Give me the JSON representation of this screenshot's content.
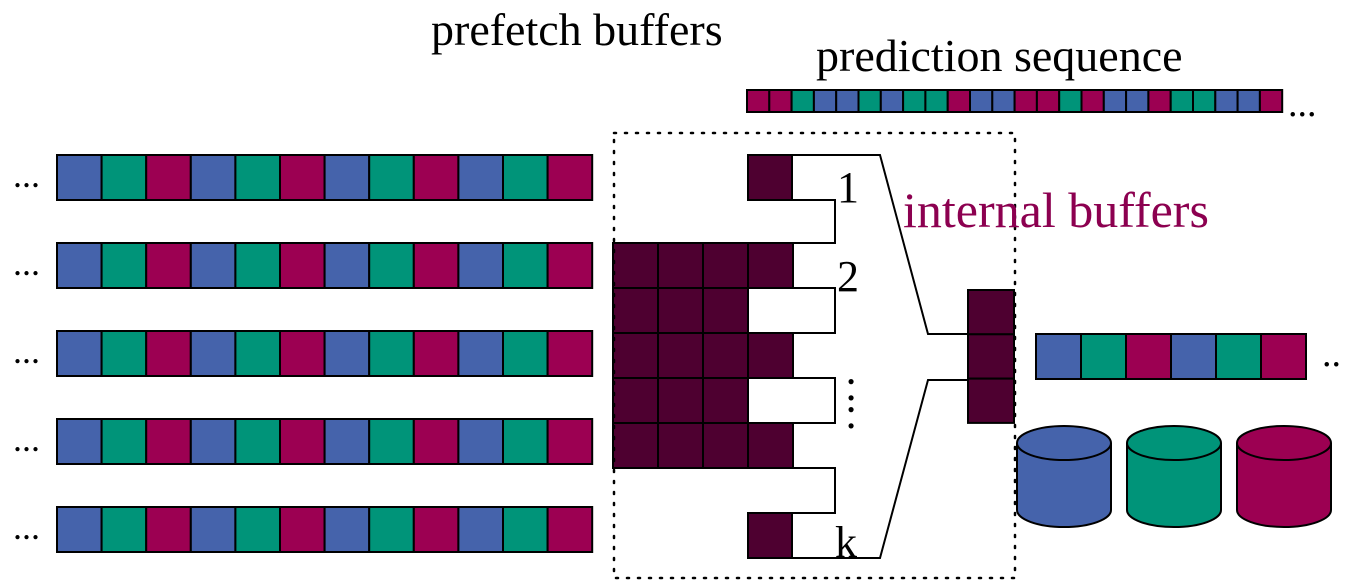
{
  "labels": {
    "prefetch_buffers": "prefetch buffers",
    "prediction_sequence": "prediction sequence",
    "internal_buffers": "internal buffers",
    "input_ellipsis": "...",
    "prediction_ellipsis": "...",
    "output_ellipsis": "..",
    "buffer_1": "1",
    "buffer_2": "2",
    "buffer_dots": ":",
    "buffer_k": "k"
  },
  "colors": {
    "blue": "#4563ab",
    "green": "#009479",
    "magenta": "#9c0052",
    "dark": "#4e0030",
    "outline": "#000000",
    "internal_label": "#8c0050"
  },
  "disk_colors": [
    "blue",
    "green",
    "magenta"
  ],
  "prediction_sequence": [
    "magenta",
    "magenta",
    "green",
    "blue",
    "blue",
    "green",
    "blue",
    "green",
    "green",
    "magenta",
    "blue",
    "blue",
    "magenta",
    "magenta",
    "green",
    "magenta",
    "blue",
    "blue",
    "magenta",
    "green",
    "green",
    "blue",
    "blue",
    "magenta"
  ],
  "input_run_pattern": [
    "blue",
    "green",
    "magenta",
    "blue",
    "green",
    "magenta",
    "blue",
    "green",
    "magenta",
    "blue",
    "green",
    "magenta"
  ],
  "output_run": [
    "blue",
    "green",
    "magenta",
    "blue",
    "green",
    "magenta"
  ],
  "prefetch_fill": [
    4,
    3,
    4,
    3,
    4
  ],
  "internal_buffer_count": 3
}
